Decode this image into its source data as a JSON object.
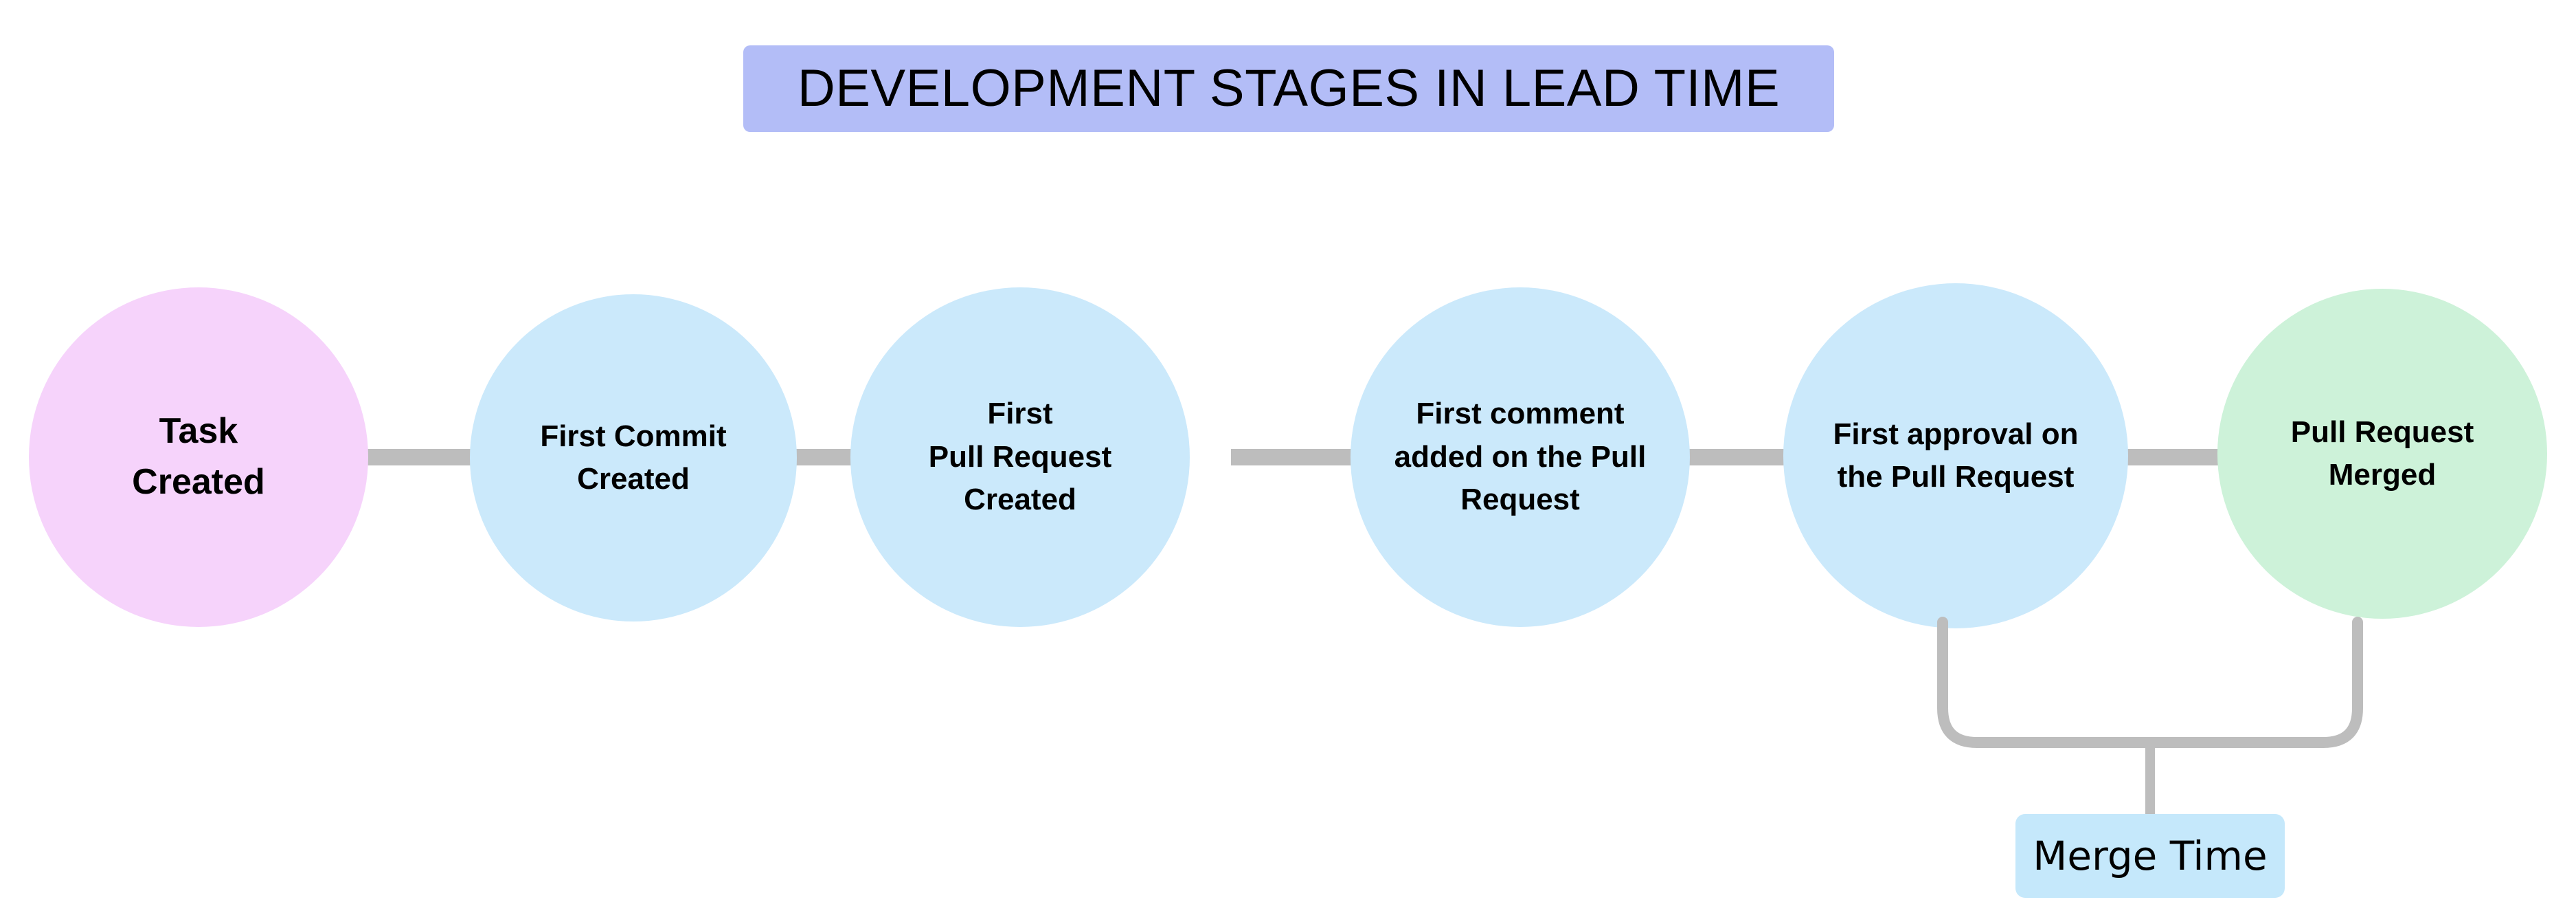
{
  "diagram": {
    "title": "DEVELOPMENT STAGES IN LEAD TIME",
    "title_background_color": "#b3bdf7",
    "background_color": "#ffffff",
    "connector_color": "#bdbdbd",
    "type": "horizontal-stage-flow",
    "stages": [
      {
        "id": "task-created",
        "label": "Task\nCreated",
        "fill_color": "#f6d3fb",
        "order": 1
      },
      {
        "id": "first-commit-created",
        "label": "First Commit\nCreated",
        "fill_color": "#cbe9fb",
        "order": 2
      },
      {
        "id": "first-pull-request-created",
        "label": "First\nPull Request\nCreated",
        "fill_color": "#cbe9fb",
        "order": 3
      },
      {
        "id": "first-comment-on-pull-request",
        "label": "First comment\nadded on the Pull\nRequest",
        "fill_color": "#cbe9fb",
        "order": 4
      },
      {
        "id": "first-approval-on-pull-request",
        "label": "First approval on\nthe Pull Request",
        "fill_color": "#cbe9fb",
        "order": 5
      },
      {
        "id": "pull-request-merged",
        "label": "Pull Request\nMerged",
        "fill_color": "#cdf2d9",
        "order": 6
      }
    ],
    "annotation": {
      "id": "merge-time",
      "label": "Merge Time",
      "background_color": "#c5e8fb",
      "spans_from": "first-approval-on-pull-request",
      "spans_to": "pull-request-merged"
    }
  }
}
